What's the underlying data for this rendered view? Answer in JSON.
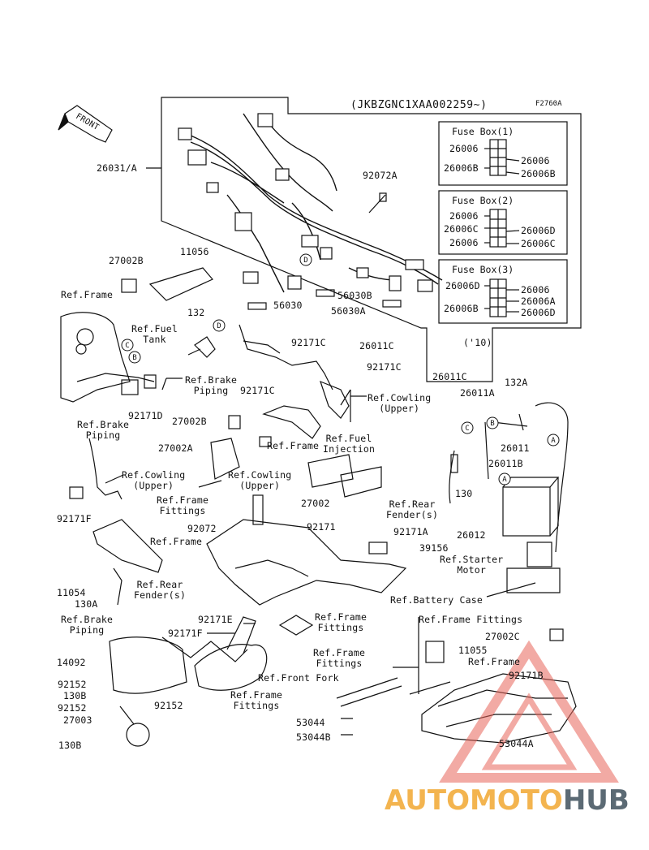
{
  "header": {
    "vin_range": "(JKBZGNC1XAA002259~)",
    "figure_code": "F2760A",
    "front_label": "FRONT"
  },
  "fuse_boxes": [
    {
      "title": "Fuse Box(1)",
      "left": [
        "26006",
        "26006B"
      ],
      "right": [
        "26006",
        "26006B"
      ]
    },
    {
      "title": "Fuse Box(2)",
      "left": [
        "26006",
        "26006C",
        "26006"
      ],
      "right": [
        "26006D",
        "26006C"
      ]
    },
    {
      "title": "Fuse Box(3)",
      "left": [
        "26006D",
        "26006B"
      ],
      "right": [
        "26006",
        "26006A",
        "26006D"
      ]
    }
  ],
  "note": "('10)",
  "callouts": [
    "A",
    "B",
    "C",
    "D"
  ],
  "labels": [
    "26031/A",
    "92072A",
    "27002B",
    "11056",
    "56030B",
    "56030",
    "56030A",
    "132",
    "26011C",
    "26011C",
    "92171C",
    "92171C",
    "92171C",
    "92171D",
    "27002B",
    "27002A",
    "92171F",
    "132A",
    "26011A",
    "26011",
    "26011B",
    "130",
    "27002",
    "92072",
    "92171",
    "92171A",
    "39156",
    "26012",
    "11054",
    "130A",
    "92171E",
    "92171F",
    "14092",
    "92152",
    "130B",
    "92152",
    "27003",
    "92152",
    "130B",
    "27002C",
    "11055",
    "92171B",
    "53044",
    "53044B",
    "53044A"
  ],
  "references": [
    "Ref.Frame",
    "Ref.Fuel\nTank",
    "Ref.Brake\nPiping",
    "Ref.Brake\nPiping",
    "Ref.Cowling\n(Upper)",
    "Ref.Frame",
    "Ref.Fuel\nInjection",
    "Ref.Cowling\n(Upper)",
    "Ref.Cowling\n(Upper)",
    "Ref.Frame\nFittings",
    "Ref.Rear\nFender(s)",
    "Ref.Frame",
    "Ref.Rear\nFender(s)",
    "Ref.Starter\nMotor",
    "Ref.Battery Case",
    "Ref.Brake\nPiping",
    "Ref.Frame\nFittings",
    "Ref.Frame Fittings",
    "Ref.Frame\nFittings",
    "Ref.Front Fork",
    "Ref.Frame\nFittings",
    "Ref.Frame"
  ],
  "watermark": {
    "part1": "AUTOMOTO",
    "part2": "HUB",
    "color1": "#f3b44f",
    "color2": "#5b6a74",
    "triangle": "#e8645a"
  }
}
